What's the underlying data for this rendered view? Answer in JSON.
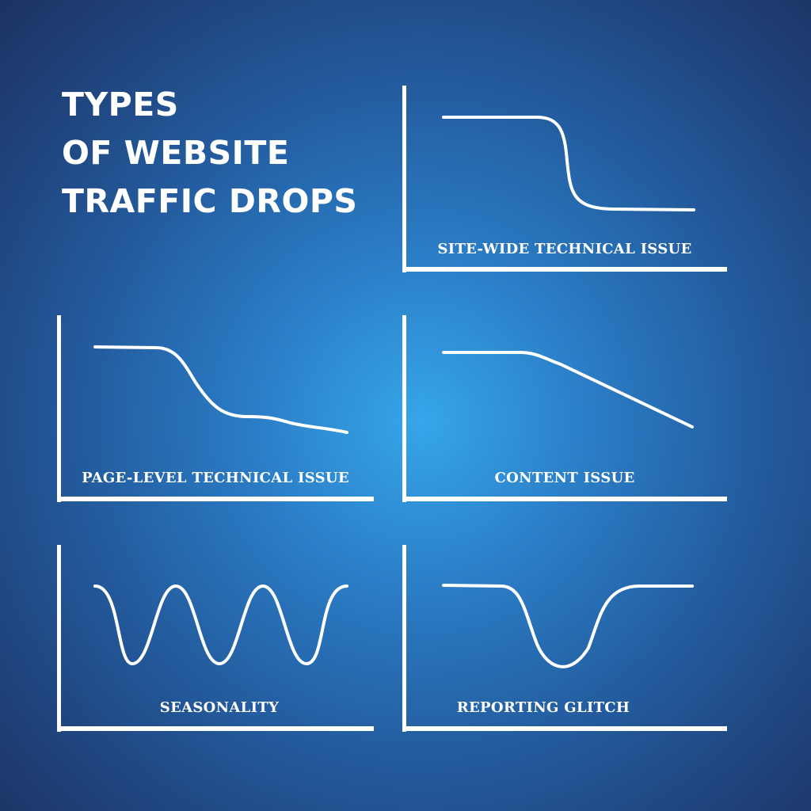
{
  "title": {
    "line1": "TYPES",
    "line2": "OF WEBSITE",
    "line3": "TRAFFIC DROPS"
  },
  "panels": [
    {
      "id": "site-wide",
      "label": "SITE-WIDE TECHNICAL ISSUE"
    },
    {
      "id": "page-level",
      "label": "PAGE-LEVEL TECHNICAL ISSUE"
    },
    {
      "id": "content",
      "label": "CONTENT ISSUE"
    },
    {
      "id": "seasonality",
      "label": "SEASONALITY"
    },
    {
      "id": "reporting",
      "label": "REPORTING GLITCH"
    }
  ],
  "colors": {
    "line": "#ffffff",
    "background_center": "#36a6ea",
    "background_edge": "#1c3263"
  }
}
